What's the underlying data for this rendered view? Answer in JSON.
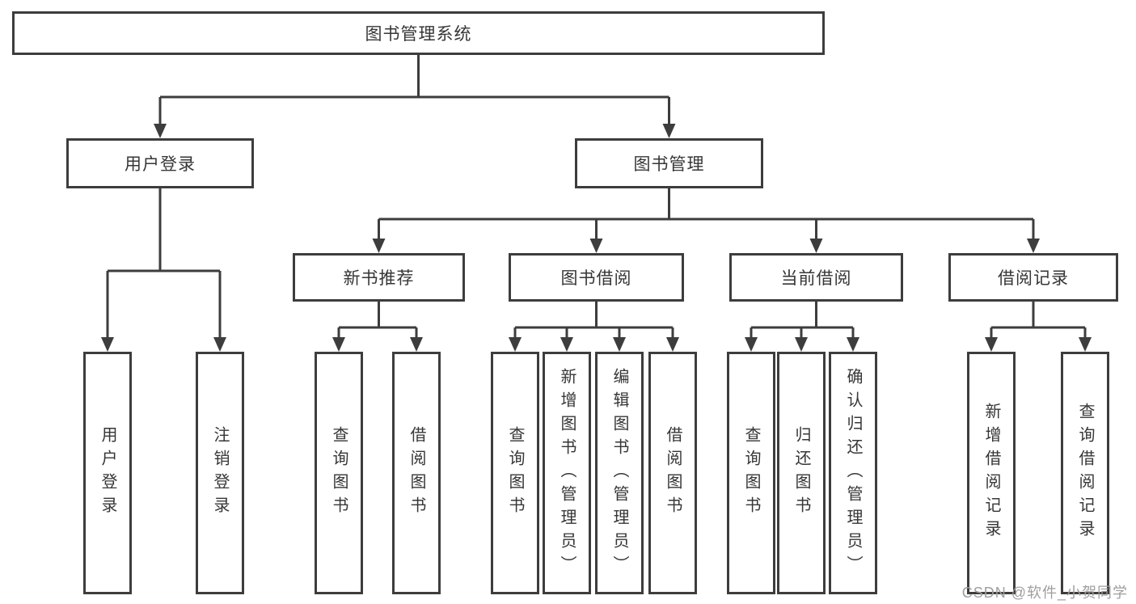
{
  "diagram": {
    "title": "图书管理系统",
    "branches": [
      {
        "label": "用户登录",
        "leaves": [
          "用户登录",
          "注销登录"
        ]
      },
      {
        "label": "图书管理",
        "sections": [
          {
            "label": "新书推荐",
            "leaves": [
              "查询图书",
              "借阅图书"
            ]
          },
          {
            "label": "图书借阅",
            "leaves": [
              "查询图书",
              "新增图书（管理员）",
              "编辑图书（管理员）",
              "借阅图书"
            ]
          },
          {
            "label": "当前借阅",
            "leaves": [
              "查询图书",
              "归还图书",
              "确认归还（管理员）"
            ]
          },
          {
            "label": "借阅记录",
            "leaves": [
              "新增借阅记录",
              "查询借阅记录"
            ]
          }
        ]
      }
    ]
  },
  "watermark": "CSDN @软件_小贺同学",
  "colors": {
    "line": "#3d3d3d",
    "node_border": "#3d3d3d",
    "node_text": "#363636",
    "watermark": "#9e9e9e",
    "background": "#ffffff"
  }
}
